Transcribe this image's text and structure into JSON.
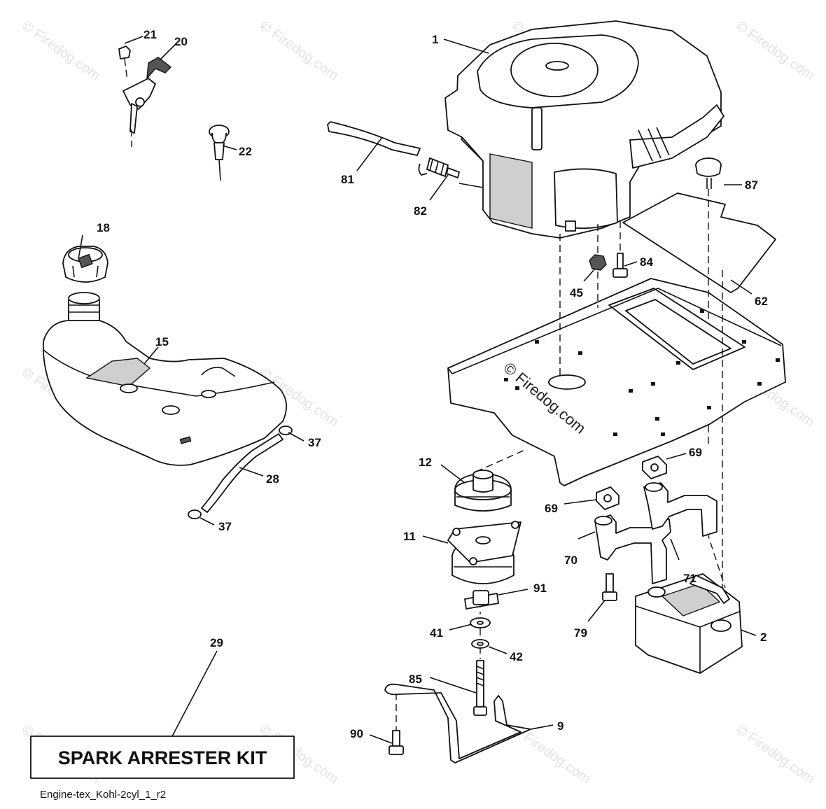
{
  "watermark": {
    "text": "© Firedog.com",
    "center_text": "© Firedog.com"
  },
  "callouts": {
    "c1": "1",
    "c2": "2",
    "c9": "9",
    "c11": "11",
    "c12": "12",
    "c15": "15",
    "c18": "18",
    "c20": "20",
    "c21": "21",
    "c22": "22",
    "c28": "28",
    "c29": "29",
    "c37a": "37",
    "c37b": "37",
    "c41": "41",
    "c42": "42",
    "c45": "45",
    "c62": "62",
    "c69a": "69",
    "c69b": "69",
    "c70": "70",
    "c71": "71",
    "c79": "79",
    "c81": "81",
    "c82": "82",
    "c84": "84",
    "c85": "85",
    "c87": "87",
    "c90": "90",
    "c91": "91"
  },
  "kit_box": {
    "label": "SPARK ARRESTER KIT"
  },
  "footer": {
    "drawing_id": "Engine-tex_Kohl-2cyl_1_r2"
  }
}
